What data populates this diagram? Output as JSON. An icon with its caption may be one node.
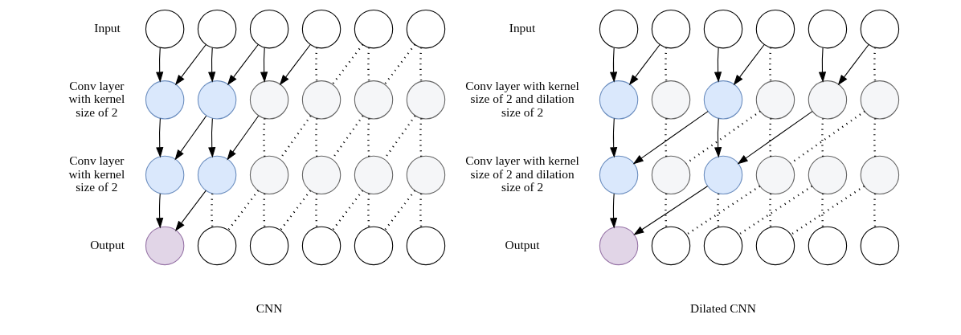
{
  "diagram": {
    "nodes": [
      {
        "text": [],
        "shape": "circle"
      },
      {
        "text": [],
        "shape": "circle"
      },
      {
        "text": [],
        "shape": "circle"
      },
      {
        "text": [],
        "shape": "circle"
      },
      {
        "text": [],
        "shape": "circle"
      },
      {
        "text": [],
        "shape": "circle"
      },
      {
        "text": [],
        "shape": "circle"
      },
      {
        "text": [],
        "shape": "circle"
      },
      {
        "text": [],
        "shape": "circle"
      },
      {
        "text": [],
        "shape": "circle"
      },
      {
        "text": [],
        "shape": "circle"
      },
      {
        "text": [],
        "shape": "circle"
      },
      {
        "text": [],
        "shape": "circle"
      },
      {
        "text": [],
        "shape": "circle"
      },
      {
        "text": [],
        "shape": "circle"
      },
      {
        "text": [],
        "shape": "circle"
      },
      {
        "text": [],
        "shape": "circle"
      },
      {
        "text": [],
        "shape": "circle"
      },
      {
        "text": [],
        "shape": "circle"
      },
      {
        "text": [],
        "shape": "circle"
      },
      {
        "text": [],
        "shape": "circle"
      },
      {
        "text": [],
        "shape": "circle"
      },
      {
        "text": [],
        "shape": "circle"
      },
      {
        "text": [],
        "shape": "circle"
      },
      {
        "text": [],
        "shape": "circle"
      },
      {
        "text": [],
        "shape": "circle"
      },
      {
        "text": [],
        "shape": "circle"
      },
      {
        "text": [],
        "shape": "circle"
      },
      {
        "text": [],
        "shape": "circle"
      },
      {
        "text": [],
        "shape": "circle"
      },
      {
        "text": [],
        "shape": "circle"
      },
      {
        "text": [],
        "shape": "circle"
      },
      {
        "text": [],
        "shape": "circle"
      },
      {
        "text": [],
        "shape": "circle"
      },
      {
        "text": [],
        "shape": "circle"
      },
      {
        "text": [],
        "shape": "circle"
      },
      {
        "text": [],
        "shape": "circle"
      },
      {
        "text": [],
        "shape": "circle"
      },
      {
        "text": [],
        "shape": "circle"
      },
      {
        "text": [],
        "shape": "circle"
      },
      {
        "text": [],
        "shape": "circle"
      },
      {
        "text": [],
        "shape": "circle"
      },
      {
        "text": [],
        "shape": "circle"
      },
      {
        "text": [],
        "shape": "circle"
      },
      {
        "text": [],
        "shape": "circle"
      },
      {
        "text": [],
        "shape": "circle"
      },
      {
        "text": [],
        "shape": "circle"
      },
      {
        "text": [],
        "shape": "circle"
      }
    ],
    "edges": [
      {
        "from": 0,
        "to": 6,
        "arrow": "to"
      },
      {
        "from": 1,
        "to": 6,
        "arrow": "to"
      },
      {
        "from": 1,
        "to": 7,
        "arrow": "to"
      },
      {
        "from": 2,
        "to": 7,
        "arrow": "to"
      },
      {
        "from": 2,
        "to": 8,
        "arrow": "to"
      },
      {
        "from": 3,
        "to": 8,
        "arrow": "to"
      },
      {
        "from": 3,
        "to": 9,
        "arrow": "none",
        "style": "dashed"
      },
      {
        "from": 4,
        "to": 9,
        "arrow": "none",
        "style": "dashed"
      },
      {
        "from": 4,
        "to": 10,
        "arrow": "none",
        "style": "dashed"
      },
      {
        "from": 5,
        "to": 10,
        "arrow": "none",
        "style": "dashed"
      },
      {
        "from": 5,
        "to": 11,
        "arrow": "none",
        "style": "dashed"
      },
      {
        "from": 6,
        "to": 12,
        "arrow": "to"
      },
      {
        "from": 7,
        "to": 12,
        "arrow": "to"
      },
      {
        "from": 7,
        "to": 13,
        "arrow": "to"
      },
      {
        "from": 8,
        "to": 13,
        "arrow": "to"
      },
      {
        "from": 8,
        "to": 14,
        "arrow": "none",
        "style": "dashed"
      },
      {
        "from": 9,
        "to": 14,
        "arrow": "none",
        "style": "dashed"
      },
      {
        "from": 9,
        "to": 15,
        "arrow": "none",
        "style": "dashed"
      },
      {
        "from": 10,
        "to": 15,
        "arrow": "none",
        "style": "dashed"
      },
      {
        "from": 10,
        "to": 16,
        "arrow": "none",
        "style": "dashed"
      },
      {
        "from": 11,
        "to": 16,
        "arrow": "none",
        "style": "dashed"
      },
      {
        "from": 11,
        "to": 17,
        "arrow": "none",
        "style": "dashed"
      },
      {
        "from": 12,
        "to": 18,
        "arrow": "to"
      },
      {
        "from": 13,
        "to": 18,
        "arrow": "to"
      },
      {
        "from": 13,
        "to": 19,
        "arrow": "none",
        "style": "dashed"
      },
      {
        "from": 14,
        "to": 19,
        "arrow": "none",
        "style": "dashed"
      },
      {
        "from": 14,
        "to": 20,
        "arrow": "none",
        "style": "dashed"
      },
      {
        "from": 15,
        "to": 20,
        "arrow": "none",
        "style": "dashed"
      },
      {
        "from": 15,
        "to": 21,
        "arrow": "none",
        "style": "dashed"
      },
      {
        "from": 16,
        "to": 21,
        "arrow": "none",
        "style": "dashed"
      },
      {
        "from": 16,
        "to": 22,
        "arrow": "none",
        "style": "dashed"
      },
      {
        "from": 17,
        "to": 22,
        "arrow": "none",
        "style": "dashed"
      },
      {
        "from": 17,
        "to": 23,
        "arrow": "none",
        "style": "dashed"
      },
      {
        "from": 24,
        "to": 30,
        "arrow": "to"
      },
      {
        "from": 25,
        "to": 30,
        "arrow": "to"
      },
      {
        "from": 25,
        "to": 31,
        "arrow": "none",
        "style": "dashed"
      },
      {
        "from": 26,
        "to": 32,
        "arrow": "to"
      },
      {
        "from": 27,
        "to": 32,
        "arrow": "to"
      },
      {
        "from": 27,
        "to": 33,
        "arrow": "none",
        "style": "dashed"
      },
      {
        "from": 28,
        "to": 34,
        "arrow": "to"
      },
      {
        "from": 29,
        "to": 34,
        "arrow": "to"
      },
      {
        "from": 29,
        "to": 35,
        "arrow": "none",
        "style": "dashed"
      },
      {
        "from": 30,
        "to": 36,
        "arrow": "to"
      },
      {
        "from": 32,
        "to": 36,
        "arrow": "to"
      },
      {
        "from": 32,
        "to": 38,
        "arrow": "to"
      },
      {
        "from": 34,
        "to": 38,
        "arrow": "to"
      },
      {
        "from": 31,
        "to": 37,
        "arrow": "none",
        "style": "dashed"
      },
      {
        "from": 33,
        "to": 37,
        "arrow": "none",
        "style": "dashed"
      },
      {
        "from": 33,
        "to": 39,
        "arrow": "none",
        "style": "dashed"
      },
      {
        "from": 35,
        "to": 39,
        "arrow": "none",
        "style": "dashed"
      },
      {
        "from": 34,
        "to": 40,
        "arrow": "none",
        "style": "dashed"
      },
      {
        "from": 35,
        "to": 41,
        "arrow": "none",
        "style": "dashed"
      },
      {
        "from": 36,
        "to": 42,
        "arrow": "to"
      },
      {
        "from": 38,
        "to": 42,
        "arrow": "to"
      },
      {
        "from": 37,
        "to": 43,
        "arrow": "none",
        "style": "dashed"
      },
      {
        "from": 39,
        "to": 43,
        "arrow": "none",
        "style": "dashed"
      },
      {
        "from": 38,
        "to": 44,
        "arrow": "none",
        "style": "dashed"
      },
      {
        "from": 40,
        "to": 44,
        "arrow": "none",
        "style": "dashed"
      },
      {
        "from": 39,
        "to": 45,
        "arrow": "none",
        "style": "dashed"
      },
      {
        "from": 41,
        "to": 45,
        "arrow": "none",
        "style": "dashed"
      },
      {
        "from": 40,
        "to": 46,
        "arrow": "none",
        "style": "dashed"
      },
      {
        "from": 41,
        "to": 47,
        "arrow": "none",
        "style": "dashed"
      }
    ],
    "labels": [
      "Input",
      "Input",
      "Conv layer with kernel size of 2",
      "Conv layer with kernel size of 2 and dilation size of 2",
      "Conv layer with kernel size of 2",
      "Conv layer with kernel size of 2 and dilation size of 2",
      "Output",
      "Output",
      "CNN",
      "Dilated CNN"
    ]
  }
}
